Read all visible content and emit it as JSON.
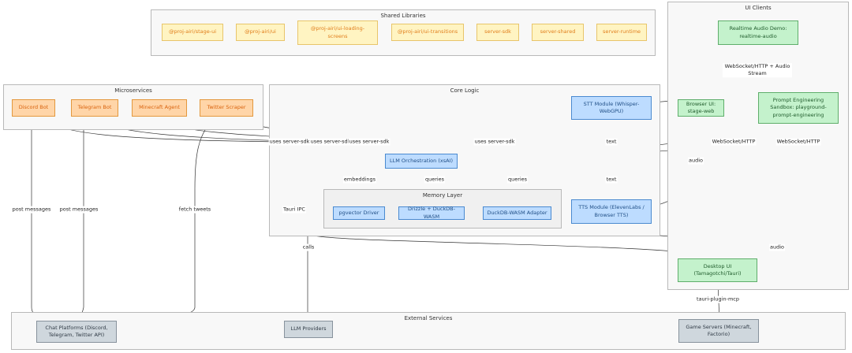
{
  "groups": {
    "shared": "Shared Libraries",
    "micro": "Microservices",
    "core": "Core Logic",
    "memory": "Memory Layer",
    "clients": "UI Clients",
    "external": "External Services"
  },
  "nodes": {
    "stage_ui": "@proj-airi/stage-ui",
    "ui": "@proj-airi/ui",
    "loading": "@proj-airi/ui-loading-screens",
    "transitions": "@proj-airi/ui-transitions",
    "server_sdk": "server-sdk",
    "server_shared": "server-shared",
    "server_runtime": "server-runtime",
    "discord": "Discord Bot",
    "telegram": "Telegram Bot",
    "minecraft": "Minecraft Agent",
    "twitter": "Twitter Scraper",
    "stt": "STT Module (Whisper-WebGPU)",
    "llm": "LLM Orchestration (xsAI)",
    "pgvector": "pgvector Driver",
    "drizzle": "Drizzle + DuckDB-WASM",
    "duckdb": "DuckDB-WASM Adapter",
    "tts": "TTS Module (ElevenLabs / Browser TTS)",
    "audio_demo": "Realtime Audio Demo: realtime-audio",
    "browser_ui": "Browser UI: stage-web",
    "prompt": "Prompt Engineering Sandbox: playground-prompt-engineering",
    "desktop": "Desktop UI (Tamagotchi/Tauri)",
    "chat": "Chat Platforms (Discord, Telegram, Twitter API)",
    "llm_providers": "LLM Providers",
    "game": "Game Servers (Minecraft, Factorio)"
  },
  "edges": {
    "uses_sdk_1": "uses server-sdk",
    "uses_sdk_2": "uses server-sdk",
    "uses_sdk_3": "uses server-sdk",
    "uses_sdk_4": "uses server-sdk",
    "text_1": "text",
    "text_2": "text",
    "ws_audio": "WebSocket/HTTP + Audio Stream",
    "ws_1": "WebSocket/HTTP",
    "ws_2": "WebSocket/HTTP",
    "audio_1": "audio",
    "audio_2": "audio",
    "embeddings": "embeddings",
    "queries_1": "queries",
    "queries_2": "queries",
    "tauri_ipc": "Tauri IPC",
    "calls": "calls",
    "post_1": "post messages",
    "post_2": "post messages",
    "fetch": "fetch tweets",
    "mcp": "tauri-plugin-mcp"
  },
  "colors": {
    "shared_fill": "#fff4c2",
    "micro_fill": "#ffd5a8",
    "core_fill": "#bddcff",
    "client_fill": "#c4f2cc",
    "external_fill": "#cfd7dd",
    "edge": "#333333"
  }
}
